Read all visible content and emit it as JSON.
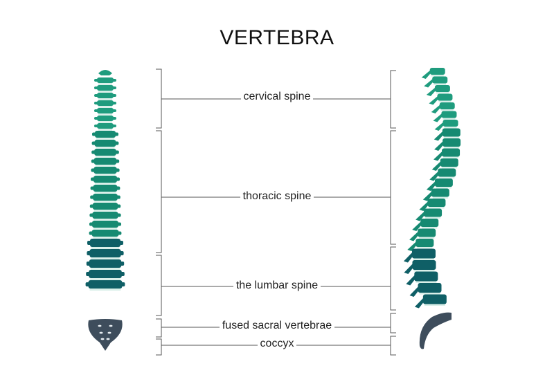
{
  "title": "VERTEBRA",
  "regions": [
    {
      "id": "cervical",
      "label": "cervical spine"
    },
    {
      "id": "thoracic",
      "label": "thoracic spine"
    },
    {
      "id": "lumbar",
      "label": "the lumbar spine"
    },
    {
      "id": "sacral",
      "label": "fused sacral vertebrae"
    },
    {
      "id": "coccyx",
      "label": "coccyx"
    }
  ],
  "colors": {
    "cervical": "#1f9c7e",
    "thoracic": "#168a72",
    "lumbar": "#0f5f66",
    "sacrum": "#3e4d5c",
    "disc": "#d9efe9",
    "bracket": "#555555"
  }
}
